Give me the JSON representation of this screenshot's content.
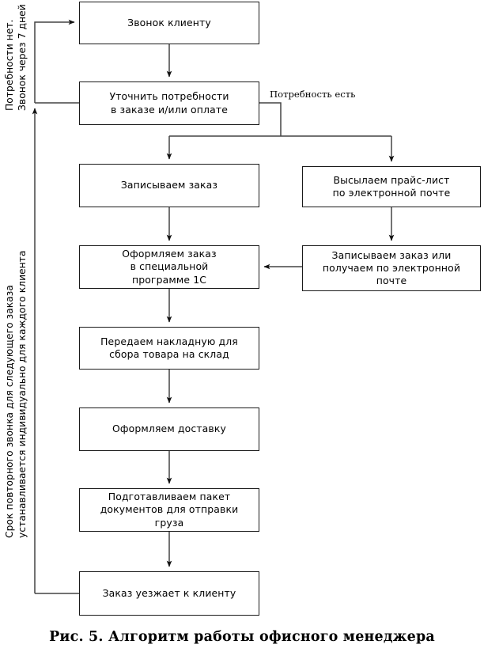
{
  "figure": {
    "caption": "Рис. 5. Алгоритм работы офисного менеджера"
  },
  "nodes": [
    {
      "id": "call-client",
      "label": "Звонок клиенту"
    },
    {
      "id": "clarify-needs",
      "label": "Уточнить потребности\nв заказе и/или оплате"
    },
    {
      "id": "write-order",
      "label": "Записываем заказ"
    },
    {
      "id": "send-pricelist",
      "label": "Высылаем прайс-лист\nпо электронной почте"
    },
    {
      "id": "process-in-1c",
      "label": "Оформляем заказ\nв специальной\nпрограмме 1С"
    },
    {
      "id": "write-or-receive",
      "label": "Записываем заказ или\nполучаем по электронной\nпочте"
    },
    {
      "id": "waybill",
      "label": "Передаем накладную для\nсбора товара на склад"
    },
    {
      "id": "delivery",
      "label": "Оформляем доставку"
    },
    {
      "id": "documents",
      "label": "Подготавливаем пакет\nдокументов для отправки\nгруза"
    },
    {
      "id": "order-leaves",
      "label": "Заказ уезжает к клиенту"
    }
  ],
  "edge_labels": {
    "need_exists": "Потребность есть",
    "no_need": "Потребности нет.\nЗвонок через 7 дней",
    "recall_term": "Срок повторного звонка для следующего заказа\nустанавливается индивидуально для каждого клиента"
  },
  "colors": {
    "stroke": "#1a1a1a",
    "line": "#555555",
    "background": "#ffffff",
    "text": "#000000"
  }
}
